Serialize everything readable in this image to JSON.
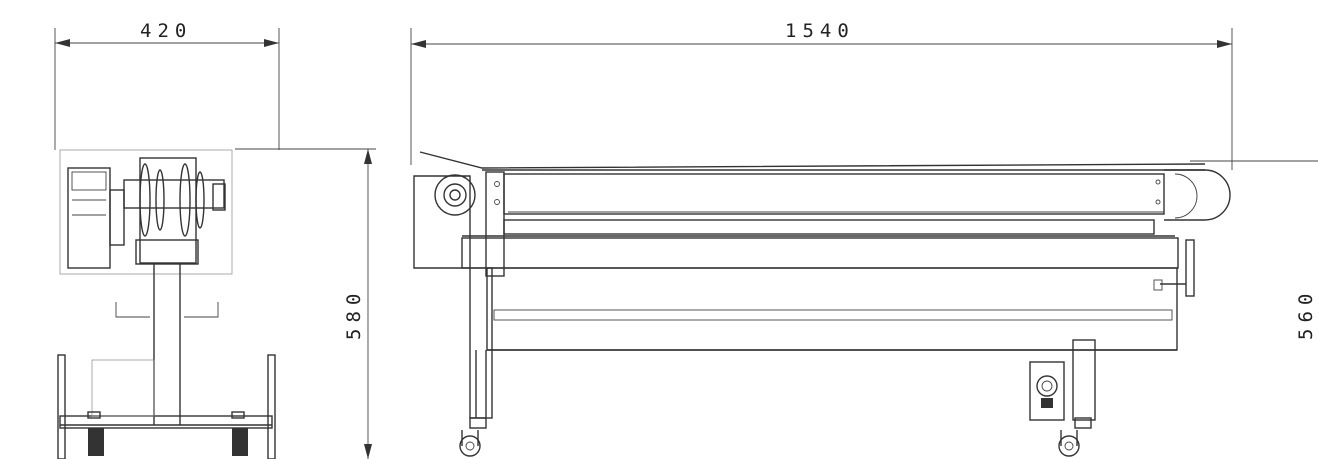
{
  "dimensions": {
    "side_width": "420",
    "front_length": "1540",
    "side_height": "580",
    "front_height": "560"
  },
  "colors": {
    "line": "#333333",
    "background": "#ffffff"
  }
}
